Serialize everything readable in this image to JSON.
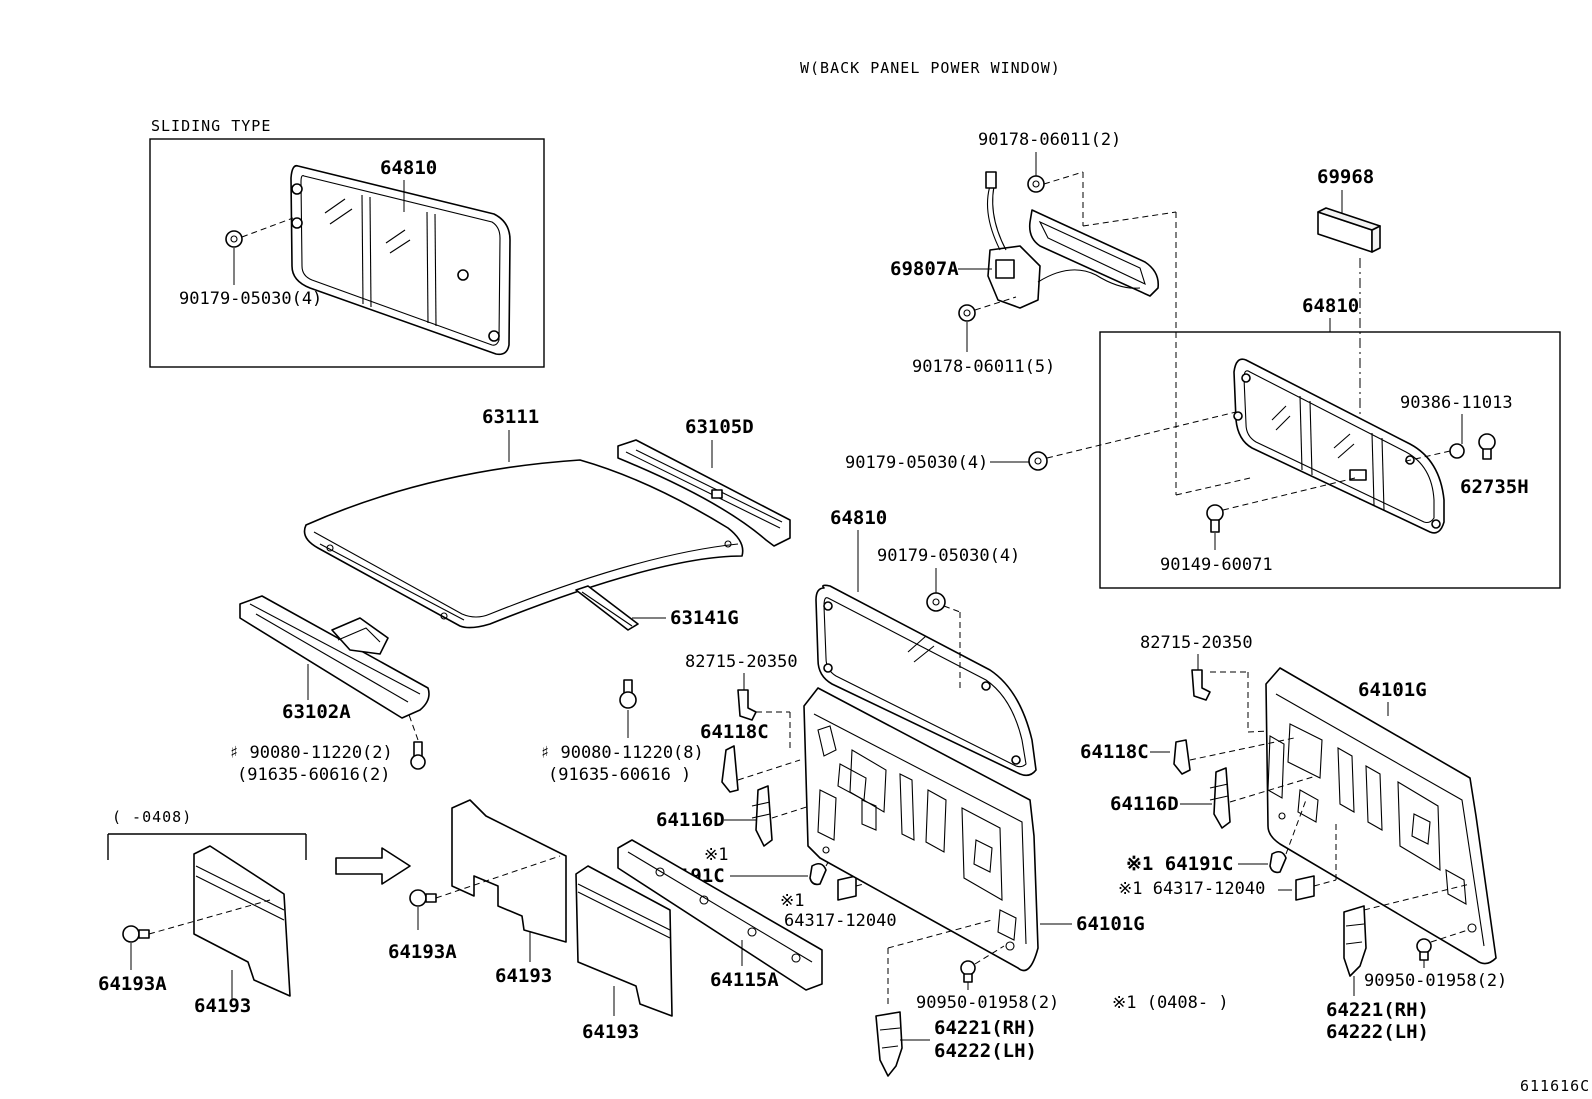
{
  "headers": {
    "power_window": "W(BACK PANEL POWER WINDOW)",
    "sliding_type": "SLIDING TYPE",
    "date_range_before": "(    -0408)",
    "footnote": "※1 (0408-    )",
    "diagram_code": "611616C"
  },
  "labels": {
    "p64810_sliding": "64810",
    "p90179_sliding": "90179-05030(4)",
    "p90178_top": "90178-06011(2)",
    "p69807A": "69807A",
    "p90178_bottom": "90178-06011(5)",
    "p69968": "69968",
    "p64810_power": "64810",
    "p90386": "90386-11013",
    "p62735H": "62735H",
    "p90179_power": "90179-05030(4)",
    "p90149": "90149-60071",
    "p63111": "63111",
    "p63105D": "63105D",
    "p63141G": "63141G",
    "p63102A": "63102A",
    "p90080_left": "♯ 90080-11220(2)",
    "p91635_left": "(91635-60616(2)",
    "p90080_mid": "♯ 90080-11220(8)",
    "p91635_mid": "(91635-60616 )",
    "p64810_main": "64810",
    "p90179_main": "90179-05030(4)",
    "p82715_mid": "82715-20350",
    "p64118C_mid": "64118C",
    "p64116D_mid": "64116D",
    "p64191C_mid_mark": "※1",
    "p64191C_mid": "64191C",
    "p64317_mid_mark": "※1",
    "p64317_mid": "64317-12040",
    "p64101G_mid": "64101G",
    "p90950_mid": "90950-01958(2)",
    "p64221_mid": "64221(RH)",
    "p64222_mid": "64222(LH)",
    "p64193A_left": "64193A",
    "p64193_left": "64193",
    "p64193A_mid": "64193A",
    "p64193_mid": "64193",
    "p64193_mid2": "64193",
    "p64115A": "64115A",
    "p82715_right": "82715-20350",
    "p64101G_right": "64101G",
    "p64118C_right": "64118C",
    "p64116D_right": "64116D",
    "p64191C_right": "※1 64191C",
    "p64317_right": "※1 64317-12040",
    "p90950_right": "90950-01958(2)",
    "p64221_right": "64221(RH)",
    "p64222_right": "64222(LH)"
  }
}
